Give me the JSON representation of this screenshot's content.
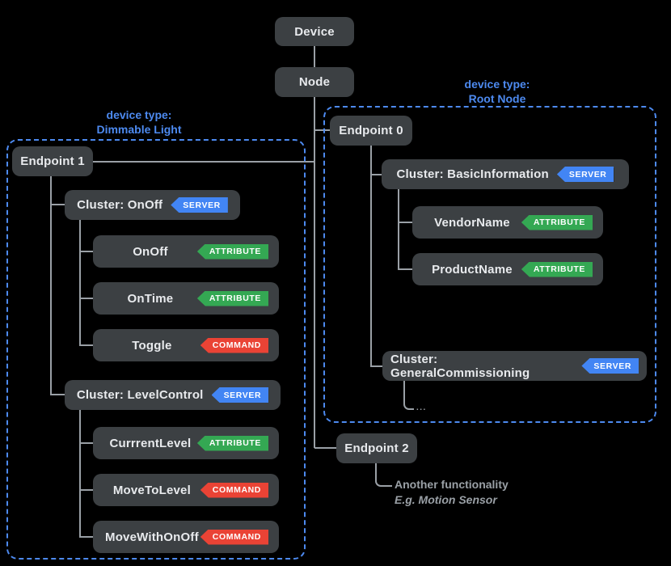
{
  "colors": {
    "background": "#000000",
    "box_bg": "#3c4043",
    "box_text": "#e8eaed",
    "connector": "#9aa0a6",
    "group_accent_blue": "#4d8af0",
    "server_badge_blue": "#4285f4",
    "attribute_badge_green": "#34a853",
    "command_badge_red": "#ea4335",
    "note_text_gray": "#9aa0a6"
  },
  "badges": {
    "server": "SERVER",
    "attribute": "ATTRIBUTE",
    "command": "COMMAND"
  },
  "nodes": {
    "device": "Device",
    "node": "Node",
    "endpoint0": "Endpoint 0",
    "endpoint1": "Endpoint 1",
    "endpoint2": "Endpoint 2"
  },
  "groups": {
    "dimmable_light": {
      "prefix": "device type:",
      "name": "Dimmable Light"
    },
    "root_node": {
      "prefix": "device type:",
      "name": "Root Node"
    }
  },
  "endpoint1_tree": {
    "cluster_onoff": {
      "label": "Cluster: OnOff",
      "children": [
        {
          "label": "OnOff",
          "type": "attribute"
        },
        {
          "label": "OnTime",
          "type": "attribute"
        },
        {
          "label": "Toggle",
          "type": "command"
        }
      ]
    },
    "cluster_levelcontrol": {
      "label": "Cluster: LevelControl",
      "children": [
        {
          "label": "CurrrentLevel",
          "type": "attribute"
        },
        {
          "label": "MoveToLevel",
          "type": "command"
        },
        {
          "label": "MoveWithOnOff",
          "type": "command"
        }
      ]
    }
  },
  "endpoint0_tree": {
    "cluster_basicinformation": {
      "label": "Cluster: BasicInformation",
      "children": [
        {
          "label": "VendorName",
          "type": "attribute"
        },
        {
          "label": "ProductName",
          "type": "attribute"
        }
      ]
    },
    "cluster_generalcommissioning": {
      "label": "Cluster: GeneralCommissioning",
      "ellipsis": "..."
    }
  },
  "endpoint2_note": {
    "line1": "Another functionality",
    "line2": "E.g. Motion Sensor"
  }
}
